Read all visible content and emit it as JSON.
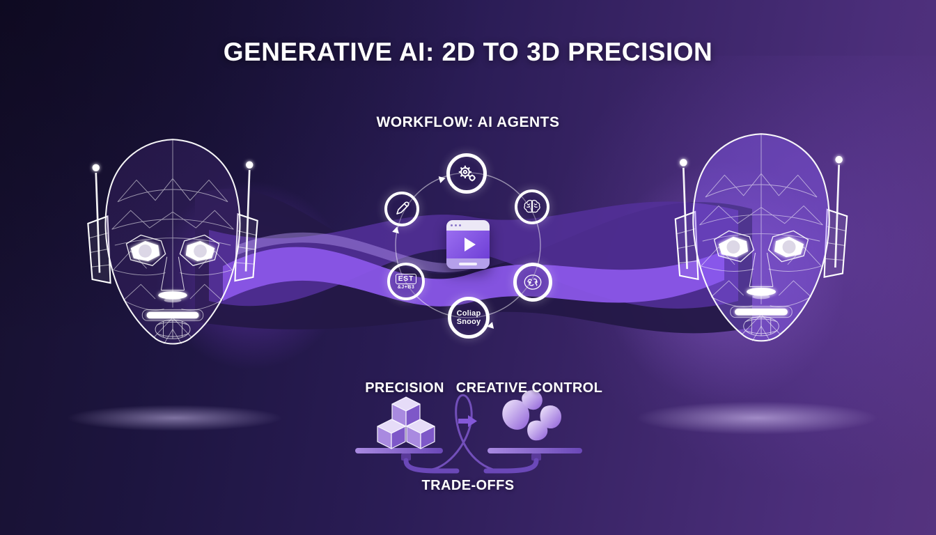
{
  "title": "GENERATIVE AI: 2D TO 3D PRECISION",
  "workflow": {
    "heading": "WORKFLOW: AI AGENTS",
    "center_icon": "video-player-icon",
    "nodes": [
      {
        "id": "gear",
        "icon": "gear-icon"
      },
      {
        "id": "pencil",
        "icon": "pencil-icon"
      },
      {
        "id": "brain",
        "icon": "brain-icon"
      },
      {
        "id": "est",
        "line1": "EST",
        "line2": "&J+B3"
      },
      {
        "id": "circuit-brain",
        "icon": "circuit-brain-icon"
      },
      {
        "id": "step",
        "line1": "Coliap",
        "line2": "Snooy"
      }
    ]
  },
  "comparison": {
    "left_label": "PRECISION",
    "right_label": "CREATIVE CONTROL",
    "bottom_label": "TRADE-OFFS",
    "left_icon": "cubes-icon",
    "right_icon": "blobs-icon",
    "center_icon": "right-arrow-icon"
  },
  "colors": {
    "background_dark": "#16102e",
    "background_purple": "#55337f",
    "wave_bright": "#8a56e8",
    "wave_mid": "#53309a",
    "wave_dark": "#241847",
    "glow_white": "#ffffff",
    "accent": "#8b5cf6"
  }
}
